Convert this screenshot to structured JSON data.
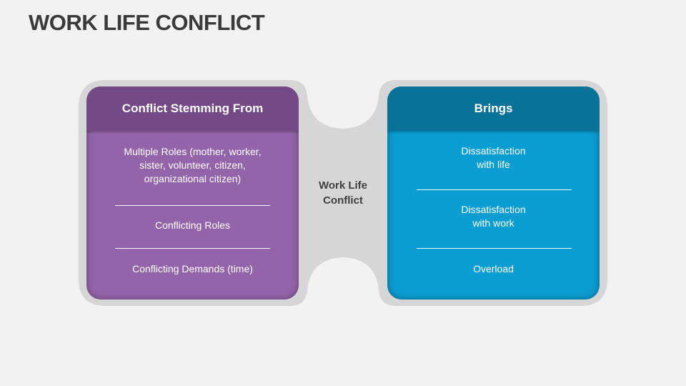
{
  "title": "WORK LIFE CONFLICT",
  "center_label": "Work Life Conflict",
  "left_panel": {
    "heading": "Conflict Stemming From",
    "items": [
      "Multiple Roles (mother, worker, sister, volunteer, citizen, organizational citizen)",
      "Conflicting Roles",
      "Conflicting Demands (time)"
    ]
  },
  "right_panel": {
    "heading": "Brings",
    "items": [
      "Dissatisfaction with life",
      "Dissatisfaction with work",
      "Overload"
    ]
  },
  "colors": {
    "left_body": "#9464ab",
    "left_header": "#734a87",
    "right_body": "#0a9dd1",
    "right_header": "#087299",
    "connector": "#d6d6d6"
  }
}
